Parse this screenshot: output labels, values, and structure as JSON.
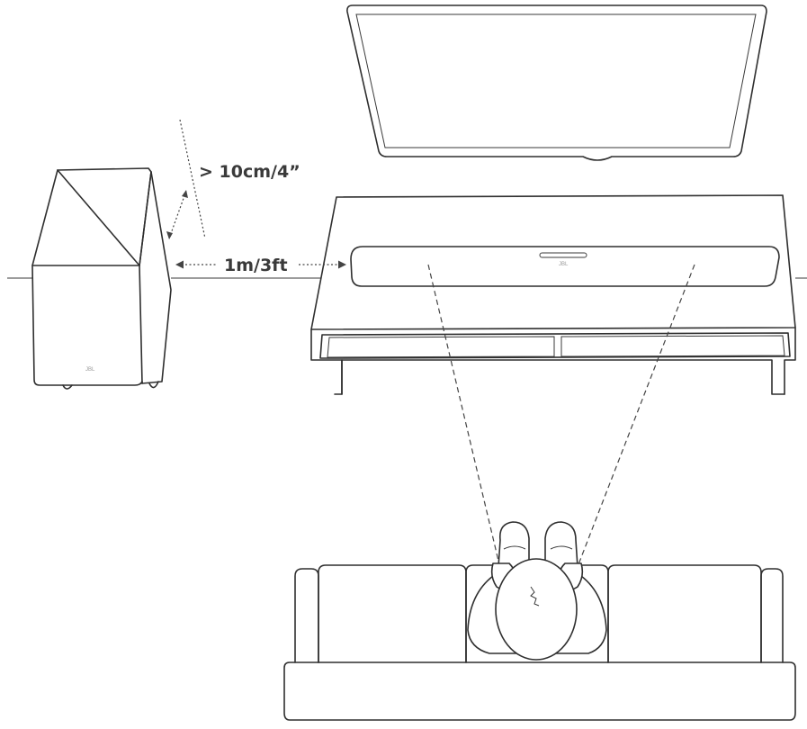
{
  "labels": {
    "wall_gap": "> 10cm/4”",
    "subwoofer_distance": "1m/3ft"
  },
  "brand_marks": {
    "soundbar_logo": "JBL",
    "subwoofer_logo": "JBL"
  },
  "colors": {
    "line": "#2f2f2f",
    "text": "#3a3a3a",
    "background": "#ffffff"
  }
}
